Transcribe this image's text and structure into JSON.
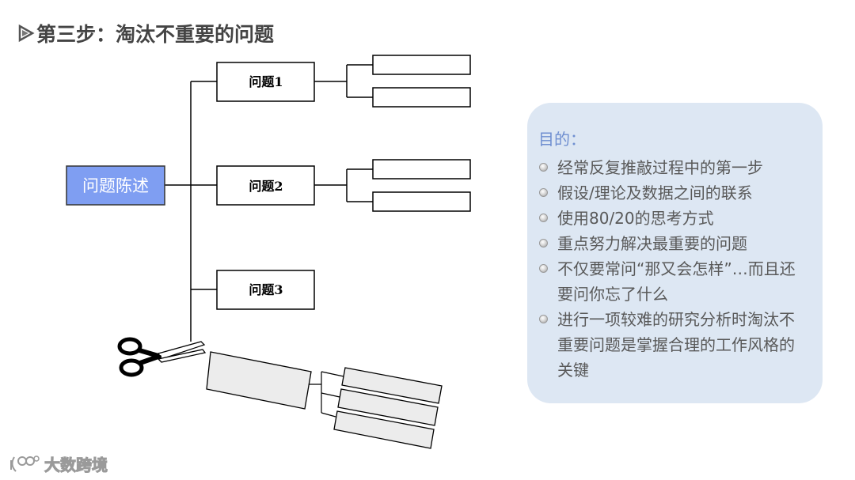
{
  "slide": {
    "title": "第三步：淘汰不重要的问题"
  },
  "diagram": {
    "root": "问题陈述",
    "issues": [
      "问题1",
      "问题2",
      "问题3"
    ]
  },
  "panel": {
    "heading": "目的：",
    "bullets": [
      "经常反复推敲过程中的第一步",
      "假设/理论及数据之间的联系",
      "使用80/20的思考方式",
      "重点努力解决最重要的问题",
      "不仅要常问“那又会怎样”…而且还要问你忘了什么",
      "进行一项较难的研究分析时淘汰不重要问题是掌握合理的工作风格的关键"
    ]
  },
  "watermark": {
    "text": "大数跨境"
  },
  "colors": {
    "root_fill": "#7f9ef2",
    "panel_bg": "#dde7f3",
    "heading": "#6f8fd0"
  },
  "icons": [
    "play-arrow-icon",
    "scissors-icon",
    "bullet-dot-icon",
    "watermark-logo-icon"
  ]
}
